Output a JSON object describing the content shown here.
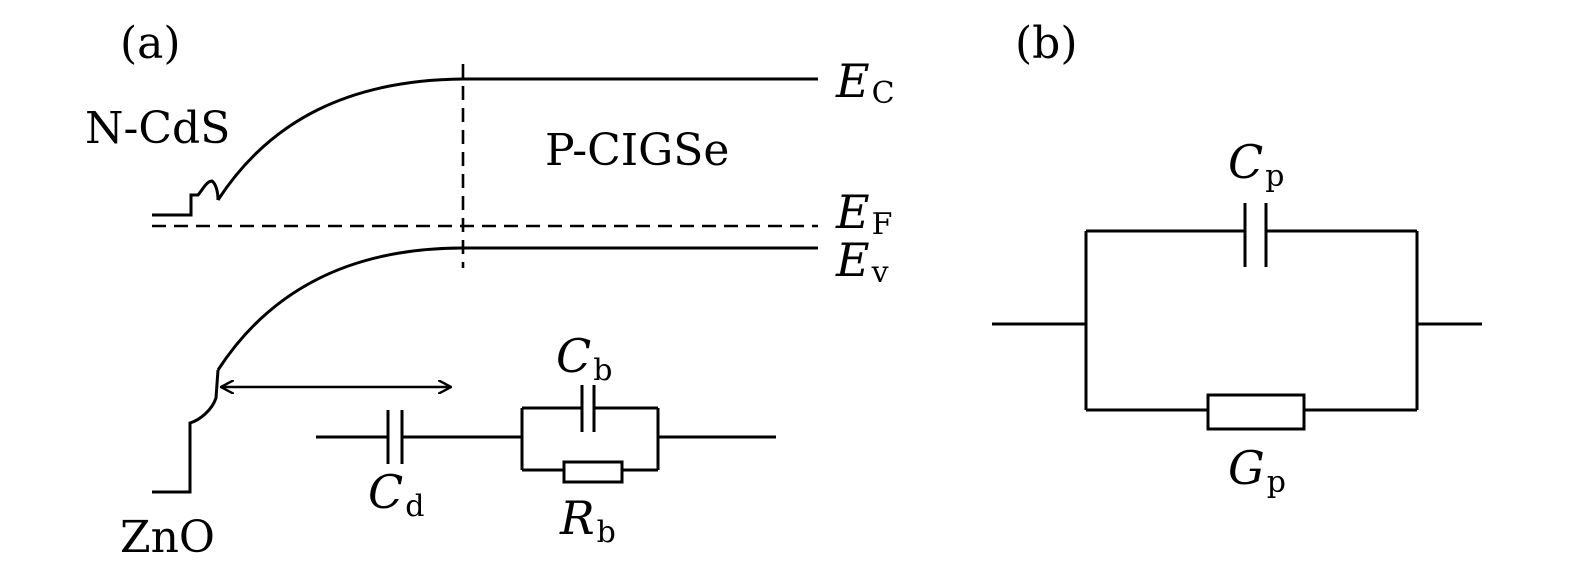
{
  "panel_a": {
    "label": "(a)",
    "layers": {
      "n_cds": "N-CdS",
      "p_cigse": "P-CIGSe",
      "zno": "ZnO"
    },
    "bands": {
      "conduction": {
        "symbol": "E",
        "subscript": "C"
      },
      "fermi": {
        "symbol": "E",
        "subscript": "F"
      },
      "valence": {
        "symbol": "E",
        "subscript": "v"
      }
    },
    "circuit": {
      "cd": {
        "symbol": "C",
        "subscript": "d"
      },
      "cb": {
        "symbol": "C",
        "subscript": "b"
      },
      "rb": {
        "symbol": "R",
        "subscript": "b"
      }
    }
  },
  "panel_b": {
    "label": "(b)",
    "circuit": {
      "cp": {
        "symbol": "C",
        "subscript": "p"
      },
      "gp": {
        "symbol": "G",
        "subscript": "p"
      }
    }
  }
}
